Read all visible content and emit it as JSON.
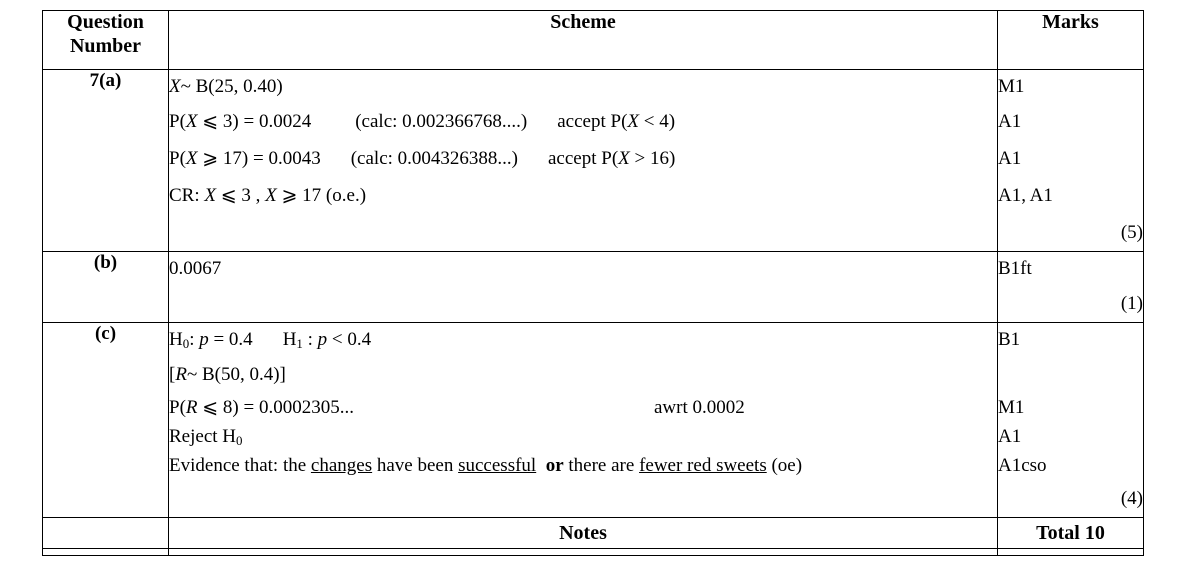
{
  "document": {
    "type": "mark-scheme-table",
    "headers": {
      "question_number": "Question\nNumber",
      "question_number_line1": "Question",
      "question_number_line2": "Number",
      "scheme": "Scheme",
      "marks": "Marks"
    },
    "footer": {
      "notes": "Notes",
      "total": "Total 10"
    }
  },
  "rows": [
    {
      "id": "row-7a",
      "question_number": "7(a)",
      "scheme_lines": [
        {
          "id": "7a-l1",
          "text": "X ~ B(25, 0.40)"
        },
        {
          "id": "7a-l2",
          "text": "P(X ⩽ 3) = 0.0024",
          "note": "(calc: 0.002366768....)",
          "accept": "accept P(X < 4)"
        },
        {
          "id": "7a-l3",
          "text": "P(X ⩾ 17) = 0.0043",
          "note": "(calc: 0.004326388...)",
          "accept": "accept P(X > 16)"
        },
        {
          "id": "7a-l4",
          "text": "CR:  X ⩽ 3 , X ⩾ 17  (o.e.)"
        }
      ],
      "marks": [
        "M1",
        "A1",
        "A1",
        "A1, A1"
      ],
      "subtotal": "(5)"
    },
    {
      "id": "row-7b",
      "question_number": "(b)",
      "scheme_lines": [
        {
          "id": "7b-l1",
          "text": "0.0067"
        }
      ],
      "marks": [
        "B1ft"
      ],
      "subtotal": "(1)"
    },
    {
      "id": "row-7c",
      "question_number": "(c)",
      "scheme_lines": [
        {
          "id": "7c-l1",
          "text": "H0: p = 0.4   H1 : p < 0.4"
        },
        {
          "id": "7c-l2",
          "text": "[R~ B(50, 0.4)]"
        },
        {
          "id": "7c-l3",
          "text": "P(R ⩽ 8) = 0.0002305...",
          "awrt": "awrt 0.0002"
        },
        {
          "id": "7c-l4",
          "text": "Reject H0"
        },
        {
          "id": "7c-l5",
          "text": "Evidence that:  the changes have been successful  or there are fewer red sweets (oe)"
        }
      ],
      "marks": [
        "B1",
        "M1",
        "A1",
        "A1cso"
      ],
      "subtotal": "(4)"
    }
  ],
  "fragments": {
    "var_X": "X",
    "var_R": "R",
    "var_p": "p",
    "tilde_B_25": "~ B(25, 0.40)",
    "P_open": "P(",
    "le3_eq": " ⩽ 3) = 0.0024",
    "calc1": "(calc: 0.002366768....)",
    "accept1_pre": "accept P(",
    "accept1_post": " < 4)",
    "ge17_eq": " ⩾ 17) = 0.0043",
    "calc2": "(calc: 0.004326388...)",
    "accept2_pre": "accept P(",
    "accept2_post": " > 16)",
    "cr_label": "CR:  ",
    "cr_mid": " ⩽ 3 , ",
    "cr_end": " ⩾ 17  (o.e.)",
    "b_value": "0.0067",
    "h0_label": "H",
    "h0_sub": "0",
    "h0_body": ": ",
    "h0_eq": " = 0.4",
    "h1_label": "H",
    "h1_sub": "1",
    "h1_body": " : ",
    "h1_eq": " < 0.4",
    "bracket_open": "[",
    "bracket_body": "~ B(50, 0.4)]",
    "pr_le8": " ⩽ 8) = 0.0002305...",
    "awrt": "awrt 0.0002",
    "reject": "Reject H",
    "reject_sub": "0",
    "ev_1": "Evidence that:  the ",
    "ev_changes": "changes",
    "ev_2": " have been ",
    "ev_successful": "successful",
    "ev_or": "or",
    "ev_3": " there are ",
    "ev_fewer": "fewer red sweets",
    "ev_4": " (oe)"
  }
}
